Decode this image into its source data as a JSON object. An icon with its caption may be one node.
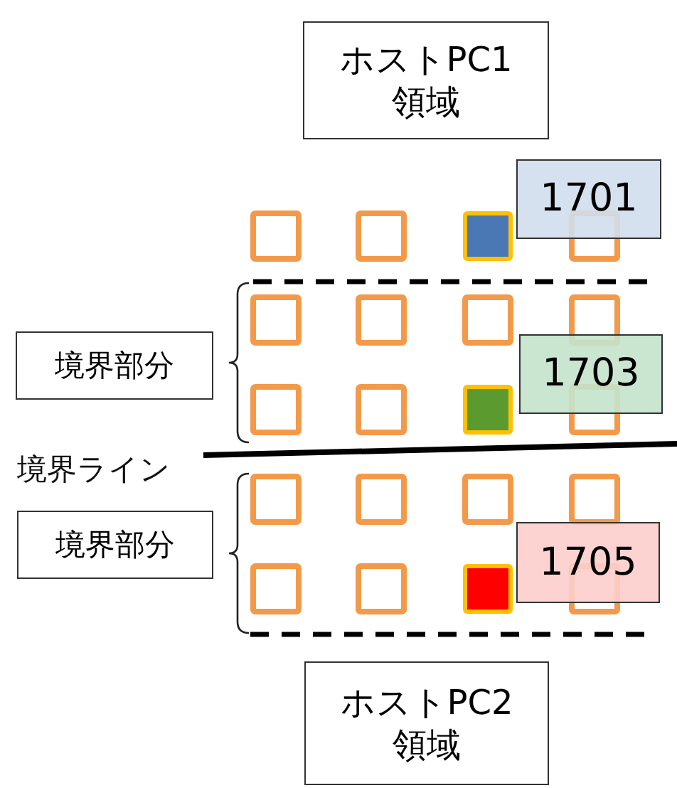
{
  "diagram": {
    "nodes": [
      {
        "text": [
          "ホストPC1領域"
        ]
      },
      {
        "text": [
          "1701"
        ]
      },
      {
        "text": [
          "境界部分"
        ]
      },
      {
        "text": [
          "1703"
        ]
      },
      {
        "text": [
          "境界部分"
        ]
      },
      {
        "text": [
          "1705"
        ]
      },
      {
        "text": [
          "ホストPC2領域"
        ]
      }
    ],
    "edges": [],
    "labels": [
      "境界ライン"
    ]
  }
}
